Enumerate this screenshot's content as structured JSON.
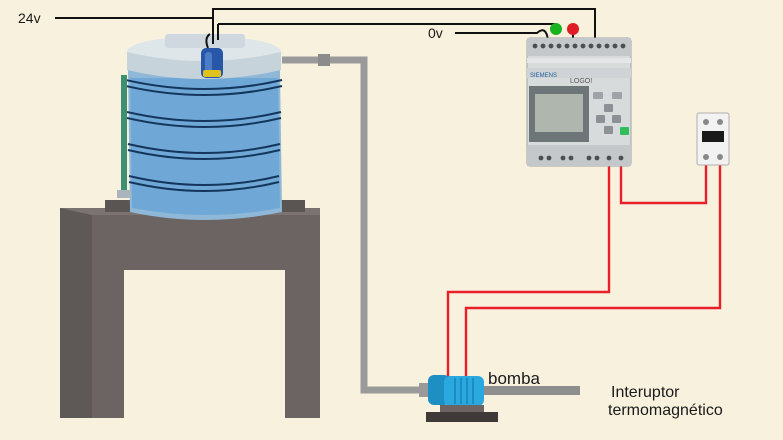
{
  "labels": {
    "v24": "24v",
    "v0": "0v",
    "pump": "bomba",
    "breaker_line1": "Interuptor",
    "breaker_line2": "termomagnético"
  },
  "plc": {
    "brand": "SIEMENS",
    "model": "LOGO!"
  },
  "colors": {
    "background": "#f8f1dd",
    "wire_black": "#111111",
    "wire_red": "#e8202a",
    "pipe": "#9a9a9a",
    "stand": "#6b6462",
    "tank_water": "#6fa8d6",
    "tank_top": "#dfe6ea",
    "pump_body": "#29a9e0",
    "float_switch": "#2857a8",
    "led_green": "#19b31f",
    "led_red": "#e01b24"
  }
}
